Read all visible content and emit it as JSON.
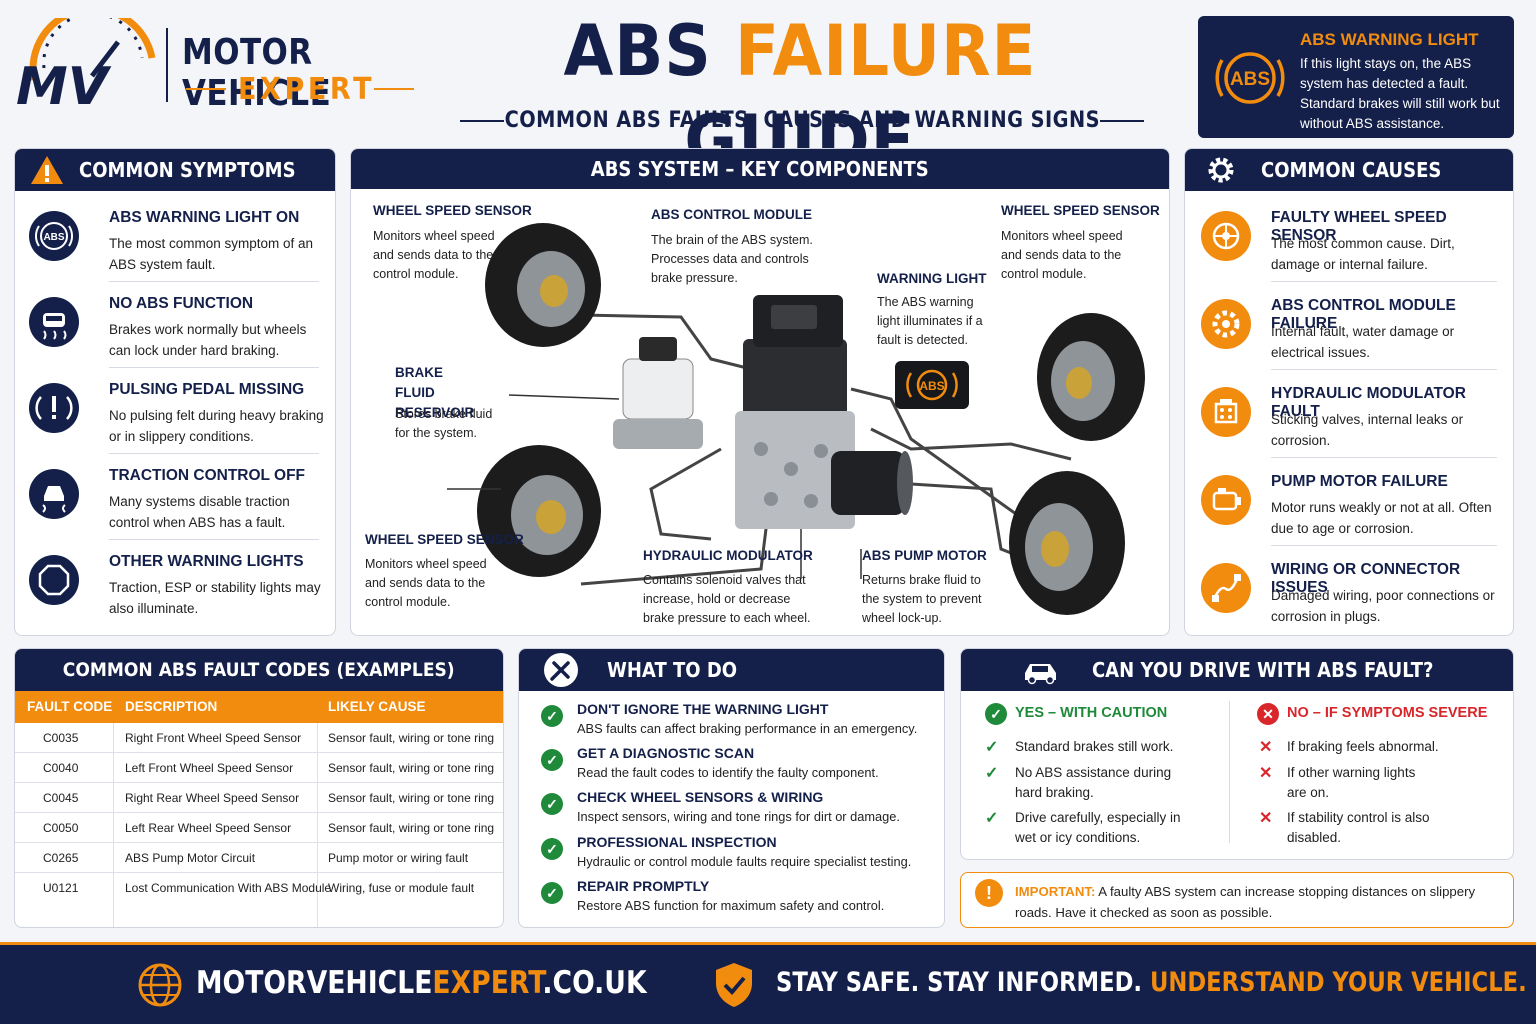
{
  "brand": {
    "line1": "MOTOR VEHICLE",
    "line2": "EXPERT",
    "monogram": "MV"
  },
  "title": {
    "part1": "ABS ",
    "part2": "FAILURE ",
    "part3": "GUIDE"
  },
  "subtitle": "COMMON ABS FAULTS, CAUSES AND WARNING SIGNS",
  "warning_box": {
    "icon_text": "ABS",
    "title": "ABS WARNING LIGHT",
    "body": "If this light stays on, the ABS system has detected a fault. Standard brakes will still work but without ABS assistance."
  },
  "symptoms": {
    "title": "COMMON SYMPTOMS",
    "items": [
      {
        "icon": "abs-light-icon",
        "icon_text": "ABS",
        "heading": "ABS WARNING LIGHT ON",
        "desc": "The most common symptom of an ABS system fault."
      },
      {
        "icon": "skidding-car-icon",
        "icon_text": "",
        "heading": "NO ABS FUNCTION",
        "desc": "Brakes work normally but wheels can lock under hard braking."
      },
      {
        "icon": "exclamation-icon",
        "icon_text": "(!)",
        "heading": "PULSING PEDAL MISSING",
        "desc": "No pulsing felt during heavy braking or in slippery conditions."
      },
      {
        "icon": "traction-car-icon",
        "icon_text": "",
        "heading": "TRACTION CONTROL OFF",
        "desc": "Many systems disable traction control when ABS has a fault."
      },
      {
        "icon": "octagon-icon",
        "icon_text": "",
        "heading": "OTHER WARNING LIGHTS",
        "desc": "Traction, ESP or stability lights may also illuminate."
      }
    ]
  },
  "components": {
    "title": "ABS SYSTEM – KEY COMPONENTS",
    "labels": {
      "wss_tl": {
        "title": "WHEEL SPEED SENSOR",
        "desc": "Monitors wheel speed and sends data to the control module."
      },
      "module": {
        "title": "ABS CONTROL MODULE",
        "desc": "The brain of the ABS system. Processes data and controls brake pressure."
      },
      "wss_tr": {
        "title": "WHEEL SPEED SENSOR",
        "desc": "Monitors wheel speed and sends data to the control module."
      },
      "warning": {
        "title": "WARNING LIGHT",
        "desc": "The ABS warning light illuminates if a fault is detected."
      },
      "reservoir": {
        "title": "BRAKE FLUID RESERVOIR",
        "desc": "Stores brake fluid for the system."
      },
      "wss_bl": {
        "title": "WHEEL SPEED SENSOR",
        "desc": "Monitors wheel speed and sends data to the control module."
      },
      "modulator": {
        "title": "HYDRAULIC MODULATOR",
        "desc": "Contains solenoid valves that increase, hold or decrease brake pressure to each wheel."
      },
      "pump": {
        "title": "ABS PUMP MOTOR",
        "desc": "Returns brake fluid to the system to prevent wheel lock-up."
      }
    },
    "dash_light_text": "ABS"
  },
  "causes": {
    "title": "COMMON CAUSES",
    "items": [
      {
        "icon": "wheel-sensor-icon",
        "heading": "FAULTY WHEEL SPEED SENSOR",
        "desc": "The most common cause. Dirt, damage or internal failure."
      },
      {
        "icon": "gear-icon",
        "heading": "ABS CONTROL MODULE FAILURE",
        "desc": "Internal fault, water damage or electrical issues."
      },
      {
        "icon": "modulator-icon",
        "heading": "HYDRAULIC MODULATOR FAULT",
        "desc": "Sticking valves, internal leaks or corrosion."
      },
      {
        "icon": "motor-icon",
        "heading": "PUMP MOTOR FAILURE",
        "desc": "Motor runs weakly or not at all. Often due to age or corrosion."
      },
      {
        "icon": "wiring-icon",
        "heading": "WIRING OR CONNECTOR ISSUES",
        "desc": "Damaged wiring, poor connections or corrosion in plugs."
      }
    ]
  },
  "fault_codes": {
    "title": "COMMON ABS FAULT CODES (EXAMPLES)",
    "headers": [
      "FAULT CODE",
      "DESCRIPTION",
      "LIKELY CAUSE"
    ],
    "rows": [
      [
        "C0035",
        "Right Front Wheel Speed Sensor",
        "Sensor fault, wiring or tone ring"
      ],
      [
        "C0040",
        "Left Front Wheel Speed Sensor",
        "Sensor fault, wiring or tone ring"
      ],
      [
        "C0045",
        "Right Rear Wheel Speed Sensor",
        "Sensor fault, wiring or tone ring"
      ],
      [
        "C0050",
        "Left Rear Wheel Speed Sensor",
        "Sensor fault, wiring or tone ring"
      ],
      [
        "C0265",
        "ABS Pump Motor Circuit",
        "Pump motor or wiring fault"
      ],
      [
        "U0121",
        "Lost Communication With ABS Module",
        "Wiring, fuse or module fault"
      ]
    ]
  },
  "what_to_do": {
    "title": "WHAT TO DO",
    "steps": [
      {
        "heading": "DON'T IGNORE THE WARNING LIGHT",
        "desc": "ABS faults can affect braking performance in an emergency."
      },
      {
        "heading": "GET A DIAGNOSTIC SCAN",
        "desc": "Read the fault codes to identify the faulty component."
      },
      {
        "heading": "CHECK WHEEL SENSORS & WIRING",
        "desc": "Inspect sensors, wiring and tone rings for dirt or damage."
      },
      {
        "heading": "PROFESSIONAL INSPECTION",
        "desc": "Hydraulic or control module faults require specialist testing."
      },
      {
        "heading": "REPAIR PROMPTLY",
        "desc": "Restore ABS function for maximum safety and control."
      }
    ]
  },
  "drive": {
    "title": "CAN YOU DRIVE WITH ABS FAULT?",
    "yes": {
      "heading": "YES – WITH CAUTION",
      "lines": [
        "Standard brakes still work.",
        "No ABS assistance during hard braking.",
        "Drive carefully, especially in wet or icy conditions."
      ]
    },
    "no": {
      "heading": "NO – IF SYMPTOMS SEVERE",
      "lines": [
        "If braking feels abnormal.",
        "If other warning lights are on.",
        "If stability control is also disabled."
      ]
    }
  },
  "important": {
    "label": "IMPORTANT:",
    "text": " A faulty ABS system can increase stopping distances on slippery roads. Have it checked as soon as possible."
  },
  "footer": {
    "site_part1": "MOTORVEHICLE",
    "site_part2": "EXPERT",
    "site_part3": ".CO.UK",
    "tag_part1": "STAY SAFE. STAY INFORMED. ",
    "tag_part2": "UNDERSTAND YOUR VEHICLE."
  },
  "colors": {
    "navy": "#14204a",
    "orange": "#f28c0f",
    "green": "#1e8a3a",
    "red": "#d8262a"
  }
}
